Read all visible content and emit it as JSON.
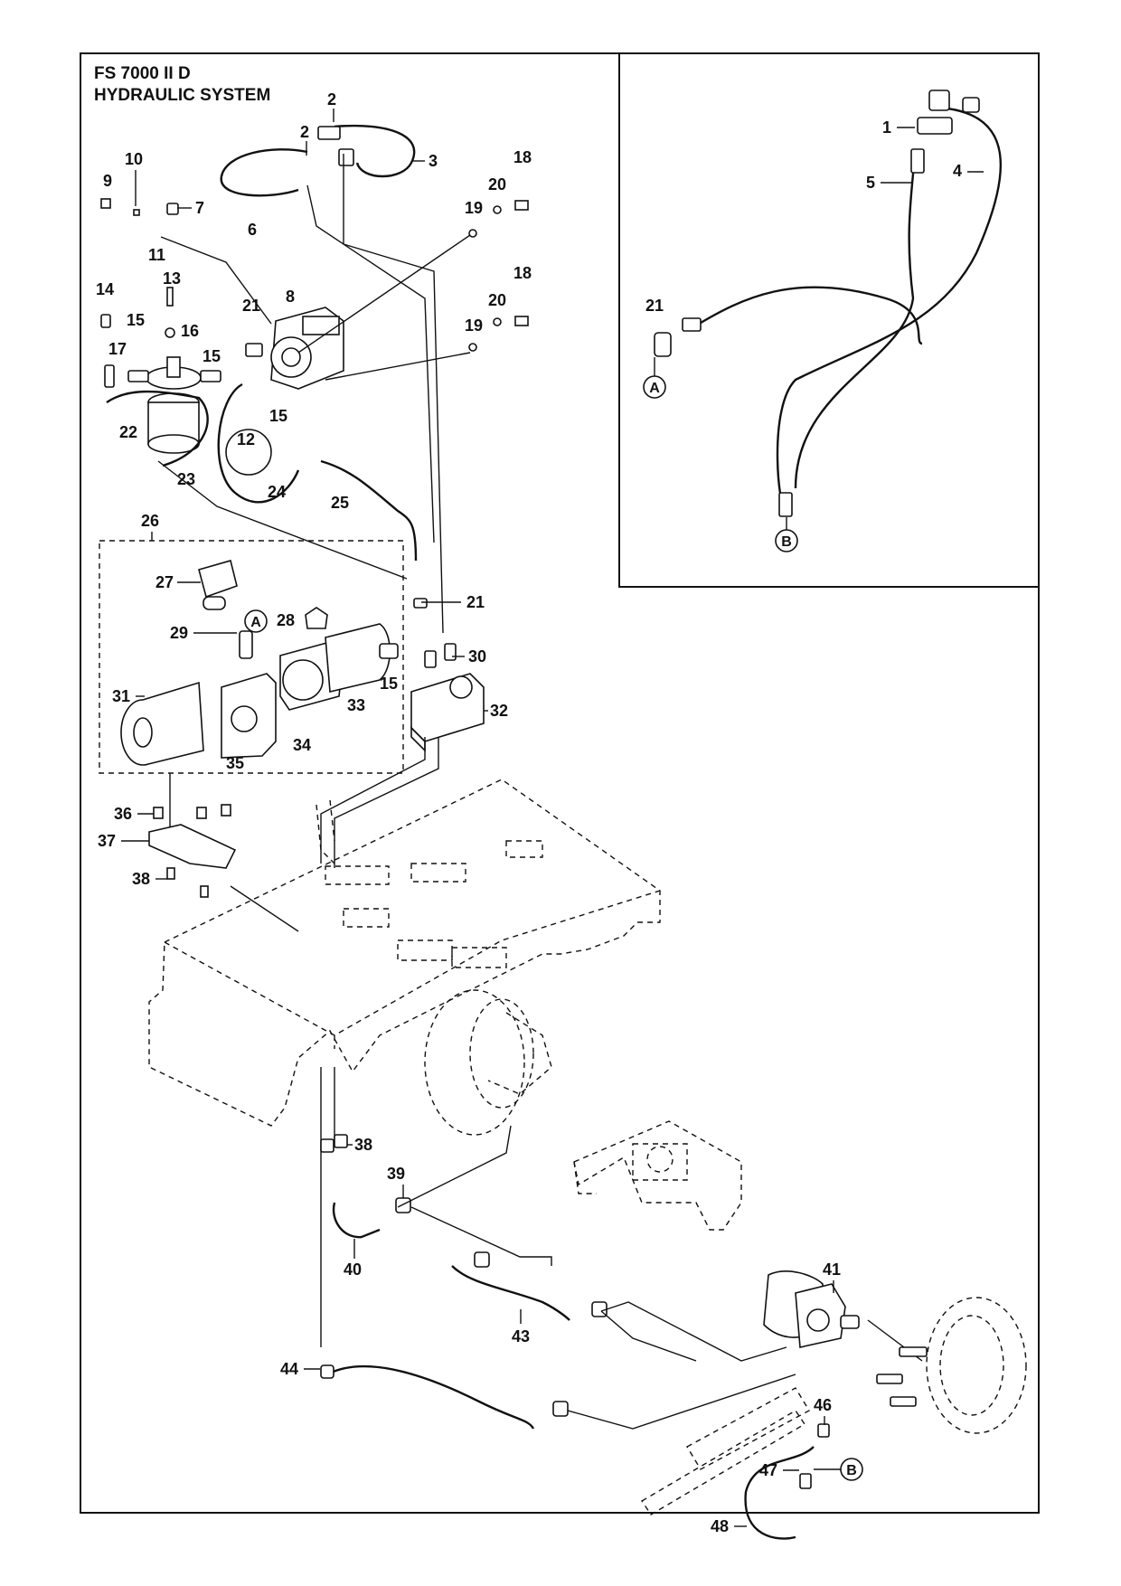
{
  "title": {
    "line1": "FS 7000 II D",
    "line2": "HYDRAULIC SYSTEM"
  },
  "callouts": [
    {
      "label": "1"
    },
    {
      "label": "2"
    },
    {
      "label": "2"
    },
    {
      "label": "3"
    },
    {
      "label": "4"
    },
    {
      "label": "5"
    },
    {
      "label": "6"
    },
    {
      "label": "7"
    },
    {
      "label": "8"
    },
    {
      "label": "9"
    },
    {
      "label": "10"
    },
    {
      "label": "11"
    },
    {
      "label": "12"
    },
    {
      "label": "13"
    },
    {
      "label": "14"
    },
    {
      "label": "15"
    },
    {
      "label": "15"
    },
    {
      "label": "15"
    },
    {
      "label": "15"
    },
    {
      "label": "16"
    },
    {
      "label": "17"
    },
    {
      "label": "18"
    },
    {
      "label": "18"
    },
    {
      "label": "19"
    },
    {
      "label": "19"
    },
    {
      "label": "20"
    },
    {
      "label": "20"
    },
    {
      "label": "21"
    },
    {
      "label": "21"
    },
    {
      "label": "21"
    },
    {
      "label": "22"
    },
    {
      "label": "23"
    },
    {
      "label": "24"
    },
    {
      "label": "25"
    },
    {
      "label": "26"
    },
    {
      "label": "27"
    },
    {
      "label": "28"
    },
    {
      "label": "29"
    },
    {
      "label": "30"
    },
    {
      "label": "31"
    },
    {
      "label": "32"
    },
    {
      "label": "33"
    },
    {
      "label": "34"
    },
    {
      "label": "35"
    },
    {
      "label": "36"
    },
    {
      "label": "37"
    },
    {
      "label": "38"
    },
    {
      "label": "38"
    },
    {
      "label": "39"
    },
    {
      "label": "40"
    },
    {
      "label": "41"
    },
    {
      "label": "43"
    },
    {
      "label": "44"
    },
    {
      "label": "46"
    },
    {
      "label": "47"
    },
    {
      "label": "48"
    }
  ],
  "connectors": [
    {
      "label": "A"
    },
    {
      "label": "A"
    },
    {
      "label": "B"
    },
    {
      "label": "B"
    }
  ]
}
